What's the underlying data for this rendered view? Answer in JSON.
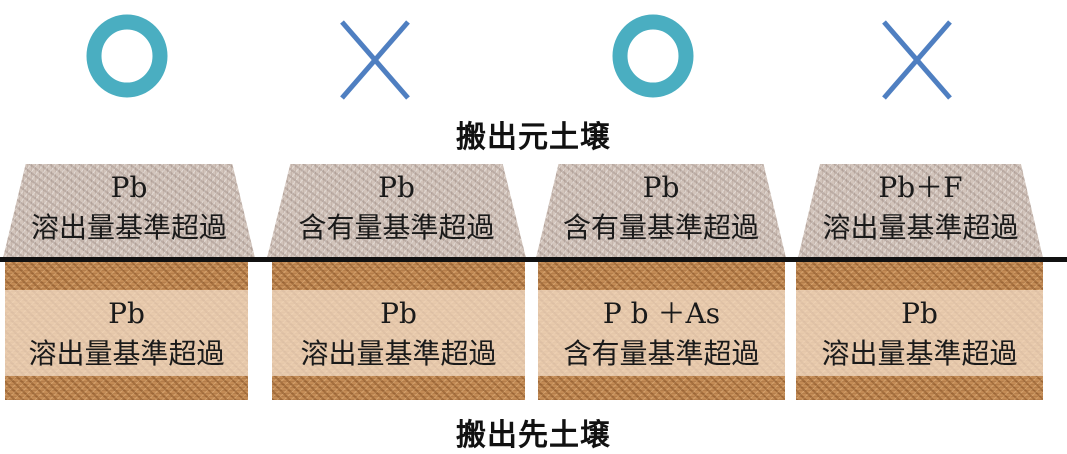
{
  "headings": {
    "upper_label": "搬出元土壌",
    "lower_label": "搬出先土壌"
  },
  "colors": {
    "circle": "#4aaec1",
    "cross": "#4f7fc1"
  },
  "columns": [
    {
      "mark": "circle",
      "upper": {
        "line1": "Pb",
        "line2": "溶出量基準超過"
      },
      "lower": {
        "line1": "Pb",
        "line2": "溶出量基準超過"
      }
    },
    {
      "mark": "cross",
      "upper": {
        "line1": "Pb",
        "line2": "含有量基準超過"
      },
      "lower": {
        "line1": "Pb",
        "line2": "溶出量基準超過"
      }
    },
    {
      "mark": "circle",
      "upper": {
        "line1": "Pb",
        "line2": "含有量基準超過"
      },
      "lower": {
        "line1": "P b ＋As",
        "line2": "含有量基準超過"
      }
    },
    {
      "mark": "cross",
      "upper": {
        "line1": "Pb＋F",
        "line2": "溶出量基準超過"
      },
      "lower": {
        "line1": "Pb",
        "line2": "溶出量基準超過"
      }
    }
  ]
}
